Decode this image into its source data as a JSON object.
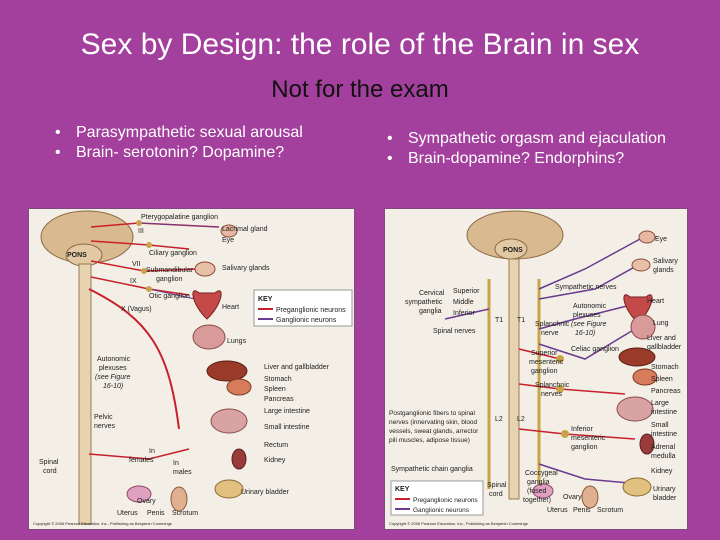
{
  "slide": {
    "title": "Sex by Design: the role of the Brain in sex",
    "subtitle": "Not for the exam",
    "left_bullets": [
      "Parasympathetic sexual arousal",
      "Brain- serotonin? Dopamine?"
    ],
    "right_bullets": [
      "Sympathetic orgasm and ejaculation",
      "Brain-dopamine? Endorphins?"
    ]
  },
  "left_figure": {
    "labels": {
      "pterygo": "Pterygopalatine ganglion",
      "iii": "III",
      "lacrimal": "Lacrimal gland",
      "eye": "Eye",
      "pons": "PONS",
      "ciliary": "Ciliary ganglion",
      "vii": "VII",
      "submandibular1": "Submandibular",
      "submandibular2": "ganglion",
      "salivary": "Salivary glands",
      "ix": "IX",
      "otic": "Otic ganglion",
      "vagus": "X (Vagus)",
      "heart": "Heart",
      "lungs": "Lungs",
      "auto1": "Autonomic",
      "auto2": "plexuses",
      "auto3": "(see Figure",
      "auto4": "16-10)",
      "liver": "Liver and gallbladder",
      "stomach": "Stomach",
      "spleen": "Spleen",
      "pancreas": "Pancreas",
      "large": "Large intestine",
      "small": "Small intestine",
      "pelvic1": "Pelvic",
      "pelvic2": "nerves",
      "rectum": "Rectum",
      "kidney": "Kidney",
      "spinal1": "Spinal",
      "spinal2": "cord",
      "in_f1": "In",
      "in_f2": "females",
      "in_m1": "In",
      "in_m2": "males",
      "urinary": "Urinary bladder",
      "ovary": "Ovary",
      "uterus": "Uterus",
      "penis": "Penis",
      "scrotum": "Scrotum",
      "copyright": "Copyright © 2006 Pearson Education, Inc., Publishing as Benjamin Cummings"
    },
    "key": {
      "title": "KEY",
      "pre": "Preganglionic neurons",
      "gang": "Ganglionic neurons",
      "pre_color": "#c8202b",
      "gang_color": "#6a3b8f"
    }
  },
  "right_figure": {
    "labels": {
      "eye": "Eye",
      "pons": "PONS",
      "salivary1": "Salivary",
      "salivary2": "glands",
      "sup": "Superior",
      "cervical1": "Cervical",
      "cervical2": "sympathetic",
      "cervical3": "ganglia",
      "middle": "Middle",
      "inferior": "Inferior",
      "sym_nerves": "Sympathetic nerves",
      "auto1": "Autonomic",
      "auto2": "plexuses",
      "auto3": "(see Figure",
      "auto4": "16-10)",
      "heart": "Heart",
      "t1a": "T1",
      "t1b": "T1",
      "splanchnic1": "Splanchnic",
      "splanchnic2": "nerve",
      "spinal_nerves": "Spinal nerves",
      "lung": "Lung",
      "celiac": "Celiac ganglion",
      "liver1": "Liver and",
      "liver2": "gallbladder",
      "sup_mes1": "Superior",
      "sup_mes2": "mesenteric",
      "sup_mes3": "ganglion",
      "stomach": "Stomach",
      "spleen": "Spleen",
      "pancreas": "Pancreas",
      "splanchnic_n1": "Splanchnic",
      "splanchnic_n2": "nerves",
      "large1": "Large",
      "large2": "intestine",
      "postgang1": "Postganglionic fibers to spinal",
      "postgang2": "nerves (innervating skin, blood",
      "postgang3": "vessels, sweat glands, arrector",
      "postgang4": "pili muscles, adipose tissue)",
      "l2a": "L2",
      "l2b": "L2",
      "inf_mes1": "Inferior",
      "inf_mes2": "mesenteric",
      "inf_mes3": "ganglion",
      "small1": "Small",
      "small2": "intestine",
      "adrenal1": "Adrenal",
      "adrenal2": "medulla",
      "kidney": "Kidney",
      "chain": "Sympathetic chain ganglia",
      "coccygeal1": "Coccygeal",
      "coccygeal2": "ganglia",
      "coccygeal3": "(fused",
      "coccygeal4": "together)",
      "spinal_cord1": "Spinal",
      "spinal_cord2": "cord",
      "urinary1": "Urinary",
      "urinary2": "bladder",
      "ovary": "Ovary",
      "uterus": "Uterus",
      "penis": "Penis",
      "scrotum": "Scrotum",
      "copyright": "Copyright © 2006 Pearson Education, Inc., Publishing as Benjamin Cummings"
    },
    "key": {
      "title": "KEY",
      "pre": "Preganglionic neurons",
      "gang": "Ganglionic neurons",
      "pre_color": "#c8202b",
      "gang_color": "#6a3b8f"
    }
  },
  "colors": {
    "background": "#a33f9c",
    "title_text": "#ffffff",
    "subtitle_text": "#111111",
    "figure_bg": "#f4efe6"
  }
}
